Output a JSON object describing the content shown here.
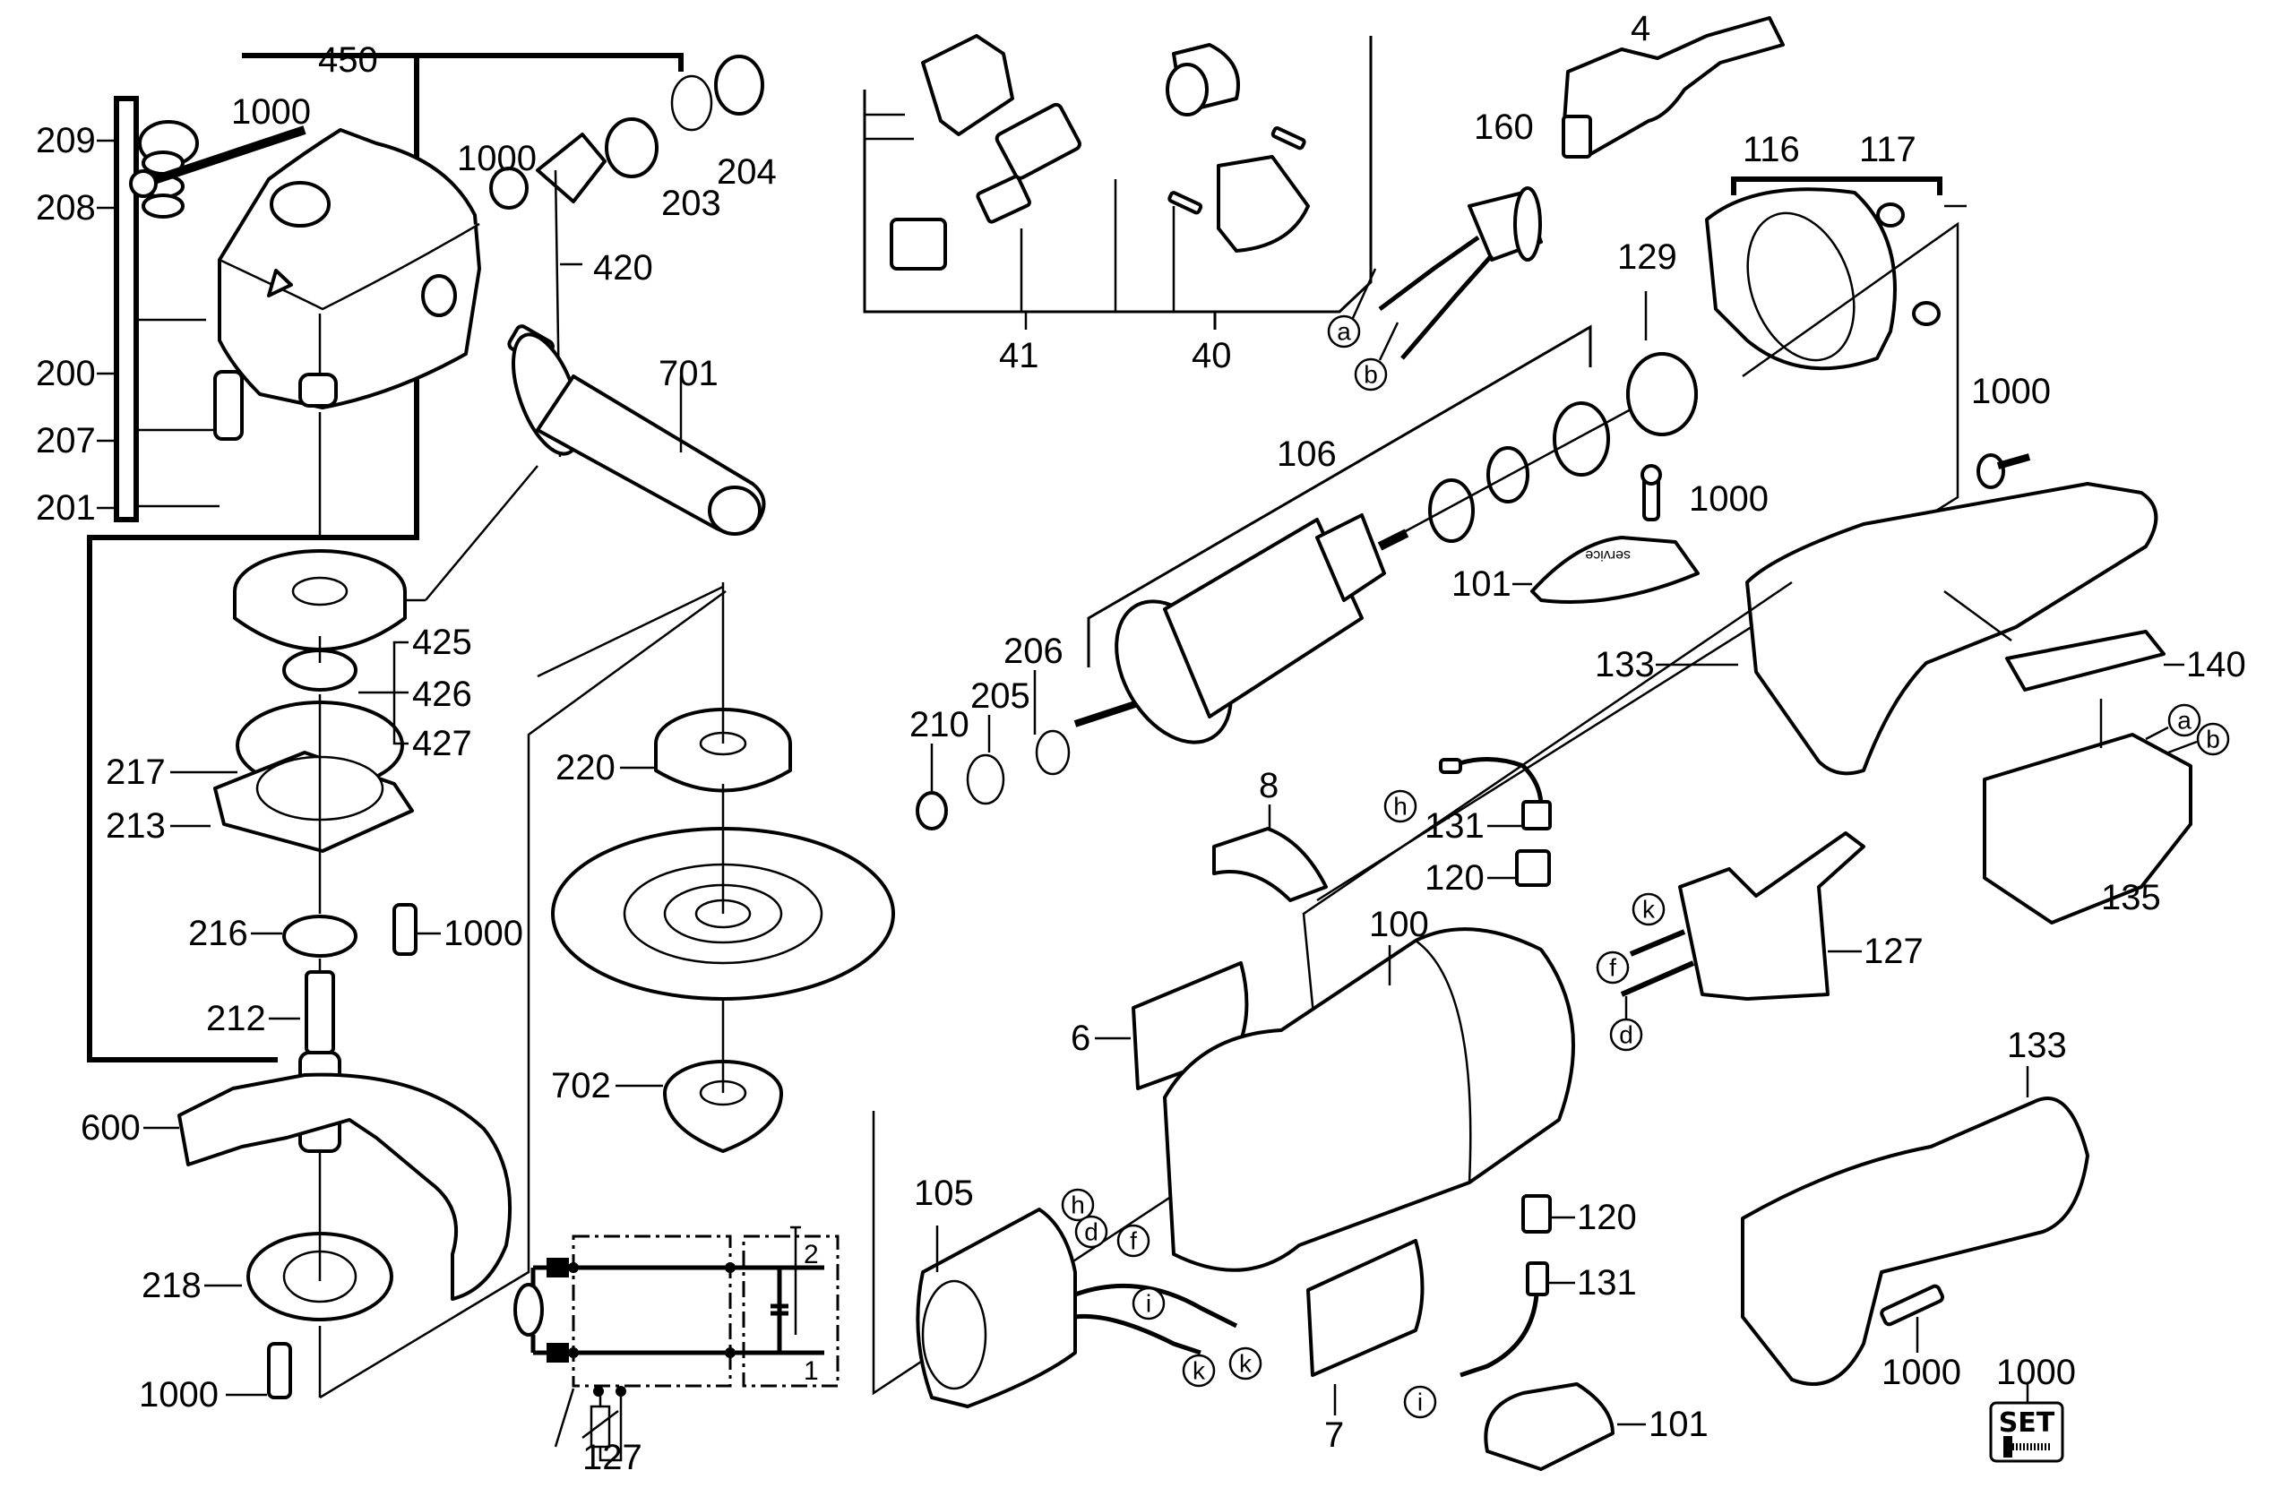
{
  "diagram": {
    "title": "Angle grinder exploded parts diagram",
    "callouts": {
      "p209": "209",
      "p208": "208",
      "p200": "200",
      "p207": "207",
      "p201": "201",
      "p450": "450",
      "p1000_a": "1000",
      "p1000_b": "1000",
      "p203": "203",
      "p204": "204",
      "p420": "420",
      "p701": "701",
      "p41": "41",
      "p40": "40",
      "p4": "4",
      "p160": "160",
      "p116": "116",
      "p117": "117",
      "p129": "129",
      "p106": "106",
      "p1000_c": "1000",
      "p101_a": "101",
      "p1000_d": "1000",
      "p133_a": "133",
      "p140": "140",
      "p135": "135",
      "p425": "425",
      "p426": "426",
      "p427": "427",
      "p217": "217",
      "p213": "213",
      "p216": "216",
      "p1000_e": "1000",
      "p212": "212",
      "p220": "220",
      "p702": "702",
      "p206": "206",
      "p205": "205",
      "p210": "210",
      "p8": "8",
      "p131_a": "131",
      "p120_a": "120",
      "p100": "100",
      "p6": "6",
      "p127_a": "127",
      "p600": "600",
      "p218": "218",
      "p1000_f": "1000",
      "p105": "105",
      "p127_b": "127",
      "p120_b": "120",
      "p131_b": "131",
      "p7": "7",
      "p101_b": "101",
      "p133_b": "133",
      "p1000_g": "1000",
      "p1000_h": "1000"
    },
    "connector_letters": {
      "a1": "a",
      "b1": "b",
      "a2": "a",
      "b2": "b",
      "h1": "h",
      "k1": "k",
      "f1": "f",
      "d1": "d",
      "h2": "h",
      "d2": "d",
      "f2": "f",
      "i1": "i",
      "k2": "k",
      "k3": "k",
      "i2": "i"
    },
    "schematic": {
      "switch_pos_top": "2",
      "switch_pos_bottom": "1"
    },
    "set_badge": {
      "label": "SET"
    },
    "cover_text": "service"
  }
}
